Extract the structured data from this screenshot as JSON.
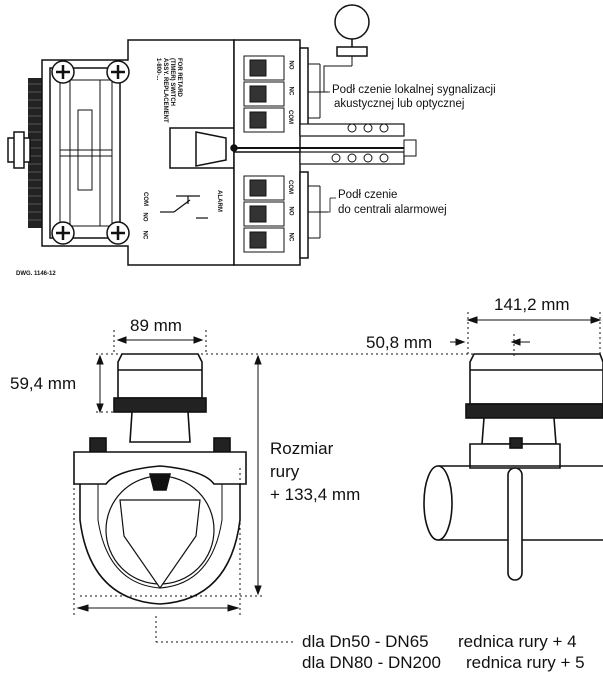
{
  "drawing_number": "DWG. 1146-12",
  "callouts": {
    "local_signal": {
      "line1": "Podł  czenie lokalnej sygnalizacji",
      "line2": "akustycznej lub optycznej"
    },
    "alarm_panel": {
      "line1": "Podł  czenie",
      "line2": "do centrali alarmowej"
    }
  },
  "device_label": {
    "line1": "FOR RETARD",
    "line2": "(TIMER) SWITCH",
    "line3": "ASSY. REPLACEMENT",
    "line4": "1-800-..."
  },
  "terminals": {
    "upper": [
      "NO",
      "NC",
      "COM"
    ],
    "lower": [
      "COM",
      "NO",
      "NC"
    ],
    "switch_side": [
      "COM",
      "NO",
      "NC"
    ],
    "alarm": "ALARM"
  },
  "dimensions": {
    "width_front": "89 mm",
    "height_cover": "59,4 mm",
    "pipe_height_l1": "Rozmiar",
    "pipe_height_l2": "rury",
    "pipe_height_l3": "+ 133,4 mm",
    "side_total": "141,2 mm",
    "side_offset": "50,8 mm"
  },
  "footnotes": [
    {
      "range": "dla Dn50 - DN65",
      "text": "rednica rury + 4"
    },
    {
      "range": "dla DN80 - DN200",
      "text": "rednica rury + 5"
    }
  ]
}
